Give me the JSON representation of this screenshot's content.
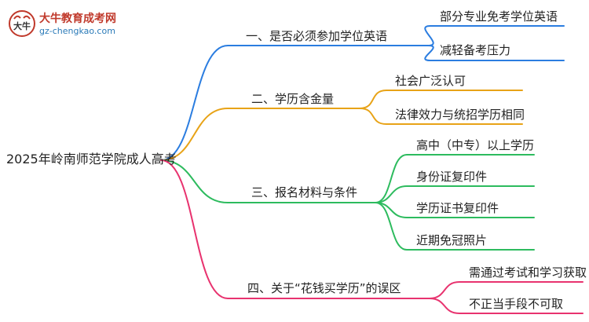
{
  "logo": {
    "name": "大牛教育成考网",
    "url": "gz-chengkao.com",
    "mark_text": "大牛"
  },
  "root": "2025年岭南师范学院成人高考",
  "branches": [
    {
      "label": "一、是否必须参加学位英语",
      "color": "#2b7de0",
      "children": [
        "部分专业免考学位英语",
        "减轻备考压力"
      ]
    },
    {
      "label": "二、学历含金量",
      "color": "#e8a317",
      "children": [
        "社会广泛认可",
        "法律效力与统招学历相同"
      ]
    },
    {
      "label": "三、报名材料与条件",
      "color": "#2dbb5e",
      "children": [
        "高中（中专）以上学历",
        "身份证复印件",
        "学历证书复印件",
        "近期免冠照片"
      ]
    },
    {
      "label": "四、关于“花钱买学历”的误区",
      "color": "#e8336f",
      "children": [
        "需通过考试和学习获取",
        "不正当手段不可取"
      ]
    }
  ]
}
